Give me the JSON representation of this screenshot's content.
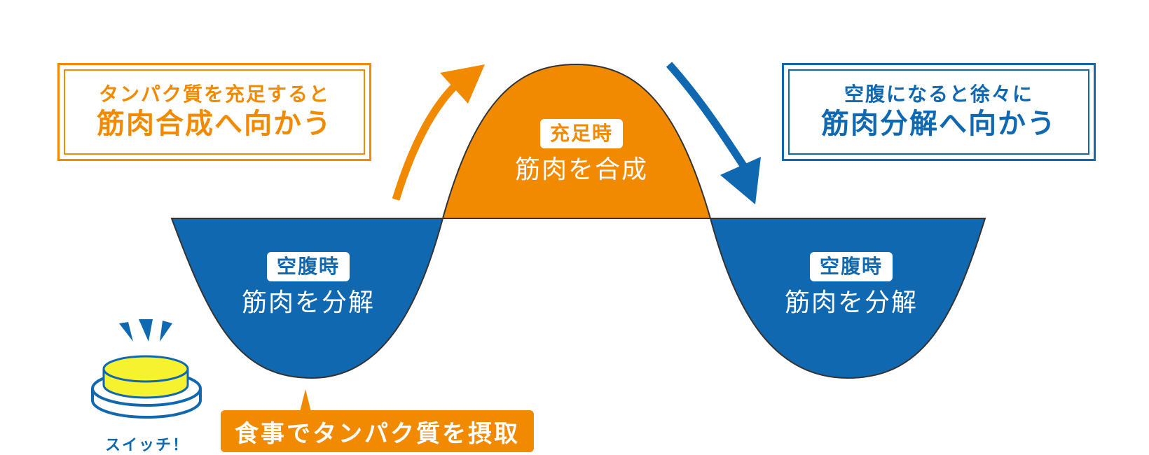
{
  "colors": {
    "orange": "#F28A00",
    "blue": "#1068B0",
    "yellow": "#F7F230",
    "outline": "#333333"
  },
  "callout_synthesis": {
    "line1": "タンパク質を充足すると",
    "line2": "筋肉合成へ向かう"
  },
  "callout_breakdown": {
    "line1": "空腹になると徐々に",
    "line2": "筋肉分解へ向かう"
  },
  "state_full": {
    "tag": "充足時",
    "caption": "筋肉を合成"
  },
  "state_fasting_left": {
    "tag": "空腹時",
    "caption": "筋肉を分解"
  },
  "state_fasting_right": {
    "tag": "空腹時",
    "caption": "筋肉を分解"
  },
  "meal": {
    "label": "食事でタンパク質を摂取"
  },
  "switch": {
    "label": "スイッチ！",
    "icon": "switch-button-icon"
  }
}
